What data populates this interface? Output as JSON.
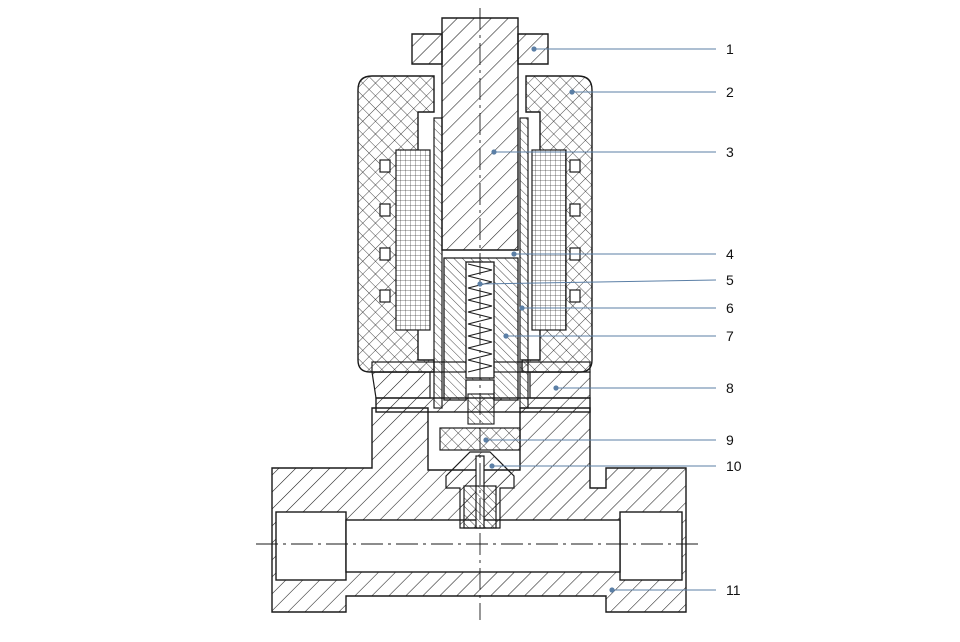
{
  "diagram": {
    "callouts": [
      {
        "label": "1"
      },
      {
        "label": "2"
      },
      {
        "label": "3"
      },
      {
        "label": "4"
      },
      {
        "label": "5"
      },
      {
        "label": "6"
      },
      {
        "label": "7"
      },
      {
        "label": "8"
      },
      {
        "label": "9"
      },
      {
        "label": "10"
      },
      {
        "label": "11"
      }
    ]
  },
  "colors": {
    "ink": "#1a1a1a",
    "leader": "#5b7fa6"
  }
}
